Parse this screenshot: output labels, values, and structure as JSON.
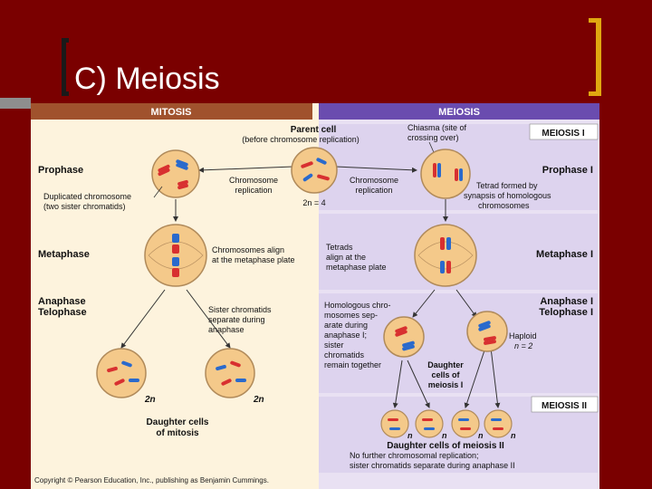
{
  "slide": {
    "title": "C) Meiosis"
  },
  "colors": {
    "background": "#7a0000",
    "mitosis_header": "#a0522d",
    "meiosis_header": "#6a4caf",
    "meiosis_panel": "#ddd3ee",
    "cell_fill": "#f4c98a"
  },
  "headers": {
    "mitosis": "MITOSIS",
    "meiosis": "MEIOSIS"
  },
  "parent_cell": {
    "title": "Parent cell",
    "subtitle": "(before chromosome replication)"
  },
  "chiasma": {
    "line1": "Chiasma (site of",
    "line2": "crossing over)"
  },
  "meiosis_i_box": "MEIOSIS I",
  "stages_left": {
    "prophase": "Prophase",
    "metaphase": "Metaphase",
    "anaphase": "Anaphase",
    "telophase": "Telophase"
  },
  "stages_right": {
    "prophase": "Prophase I",
    "metaphase": "Metaphase I",
    "anaphase": "Anaphase I",
    "telophase": "Telophase I"
  },
  "labels": {
    "dup_chrom_1": "Duplicated chromosome",
    "dup_chrom_2": "(two sister chromatids)",
    "chrom_rep_1": "Chromosome",
    "chrom_rep_2": "replication",
    "ploidy": "2n = 4",
    "tetrad_1": "Tetrad formed by",
    "tetrad_2": "synapsis of homologous",
    "tetrad_3": "chromosomes",
    "align_1": "Chromosomes align",
    "align_2": "at the metaphase plate",
    "tetrads_align_1": "Tetrads",
    "tetrads_align_2": "align at the",
    "tetrads_align_3": "metaphase plate",
    "sister_sep_1": "Sister chromatids",
    "sister_sep_2": "separate during",
    "sister_sep_3": "anaphase",
    "homolog_1": "Homologous chro-",
    "homolog_2": "mosomes sep-",
    "homolog_3": "arate during",
    "homolog_4": "anaphase I;",
    "homolog_5": "sister",
    "homolog_6": "chromatids",
    "homolog_7": "remain together",
    "haploid_1": "Haploid",
    "haploid_2": "n = 2",
    "daughter_meiosis_i_1": "Daughter",
    "daughter_meiosis_i_2": "cells of",
    "daughter_meiosis_i_3": "meiosis I",
    "two_n": "2n",
    "daughter_mitosis_1": "Daughter cells",
    "daughter_mitosis_2": "of mitosis",
    "n": "n",
    "meiosis_ii_box": "MEIOSIS II",
    "daughter_meiosis_ii": "Daughter cells of meiosis II",
    "no_further_1": "No further chromosomal replication;",
    "no_further_2": "sister chromatids separate during anaphase II"
  },
  "copyright": "Copyright © Pearson Education, Inc., publishing as Benjamin Cummings."
}
